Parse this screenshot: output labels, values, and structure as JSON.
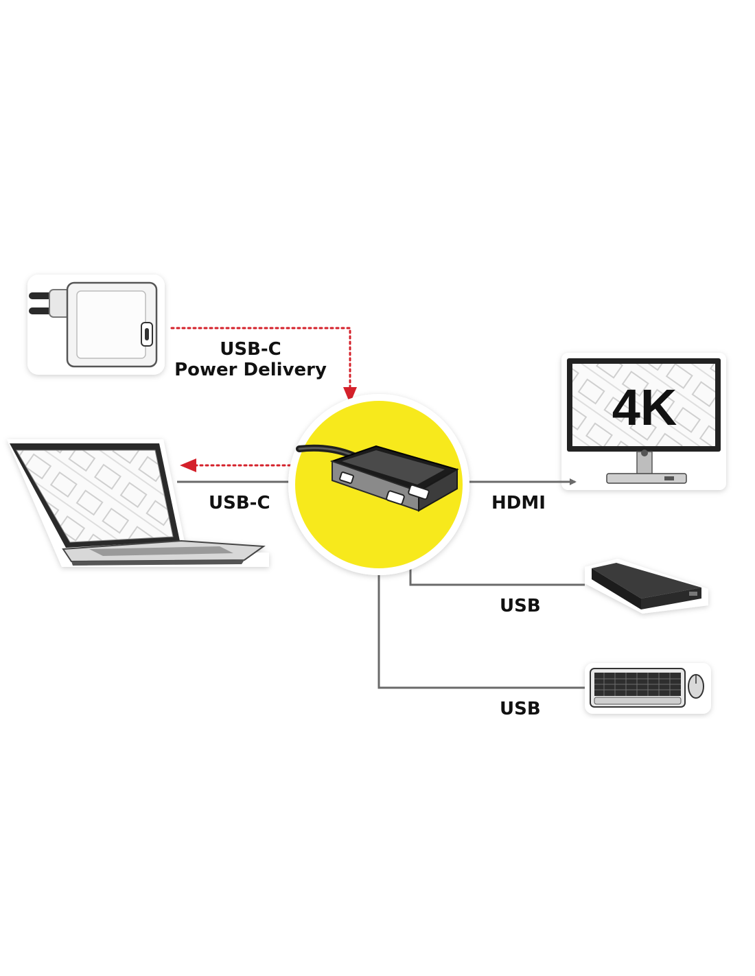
{
  "diagram": {
    "monitor_badge": "4K",
    "labels": {
      "power": [
        "USB-C",
        "Power Delivery"
      ],
      "laptop": "USB-C",
      "hdmi": "HDMI",
      "usb_drive": "USB",
      "usb_keyboard": "USB"
    },
    "nodes": [
      {
        "id": "power-adapter",
        "type": "power-adapter-icon"
      },
      {
        "id": "laptop",
        "type": "laptop-icon"
      },
      {
        "id": "hub",
        "type": "usb-c-hub"
      },
      {
        "id": "monitor",
        "type": "monitor-icon"
      },
      {
        "id": "external-drive",
        "type": "external-drive-icon"
      },
      {
        "id": "keyboard-mouse",
        "type": "keyboard-mouse-icon"
      }
    ],
    "edges": [
      {
        "from": "power-adapter",
        "to": "hub",
        "label": "USB-C Power Delivery",
        "style": "dotted-red"
      },
      {
        "from": "hub",
        "to": "laptop",
        "label": "USB-C",
        "style": "solid-gray-with-dotted-red-arrow"
      },
      {
        "from": "hub",
        "to": "monitor",
        "label": "HDMI",
        "style": "solid-gray"
      },
      {
        "from": "hub",
        "to": "external-drive",
        "label": "USB",
        "style": "solid-gray"
      },
      {
        "from": "hub",
        "to": "keyboard-mouse",
        "label": "USB",
        "style": "solid-gray"
      }
    ],
    "colors": {
      "hub_highlight": "#f7e91c",
      "power_line": "#d4202a",
      "data_line": "#6a6a6a"
    }
  }
}
